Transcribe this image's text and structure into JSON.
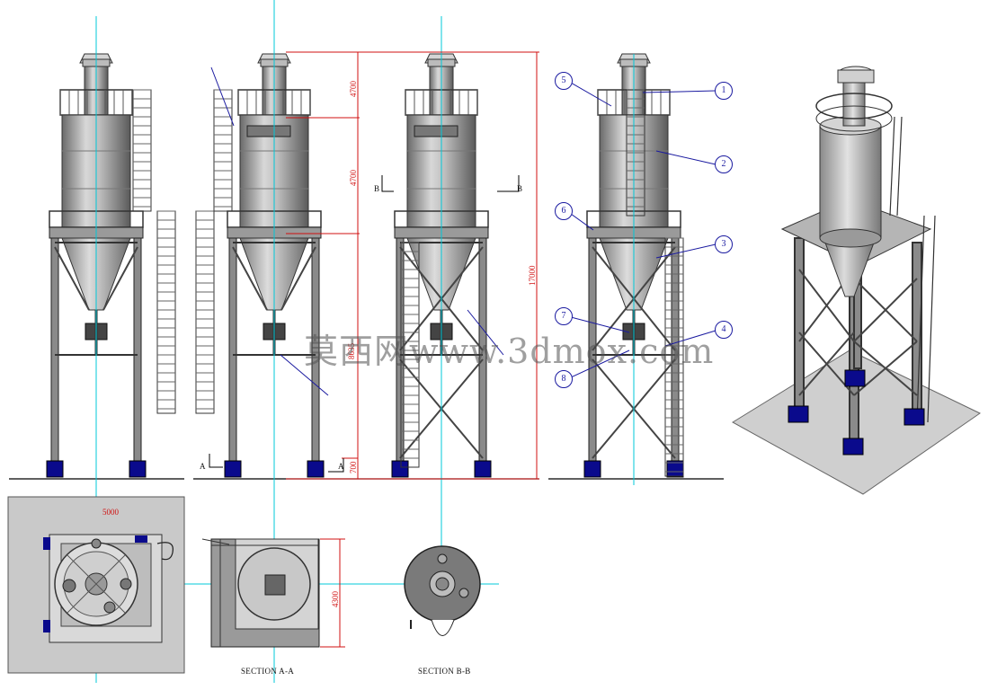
{
  "dimensions": {
    "d_top": "4700",
    "d_mid": "4700",
    "d_total": "17000",
    "d_lower": "8635",
    "d_base": "700",
    "d_width": "5000",
    "d_depth": "4300"
  },
  "section_markers": {
    "a": "A",
    "b": "B"
  },
  "section_titles": {
    "aa": "SECTION A-A",
    "bb": "SECTION B-B"
  },
  "balloons": [
    "1",
    "2",
    "3",
    "4",
    "5",
    "6",
    "7",
    "8"
  ],
  "watermark": "莫西网www.3dmox.com",
  "colors": {
    "dimension": "#d01010",
    "centerline": "#00c8d8",
    "leader": "#1a1aa0",
    "footing": "#0a0a8c"
  }
}
